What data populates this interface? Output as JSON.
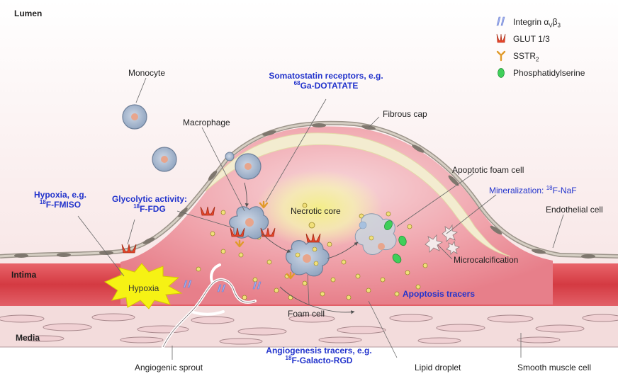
{
  "regions": {
    "lumen": "Lumen",
    "intima": "Intima",
    "media": "Media"
  },
  "legend": {
    "integrin": {
      "text": "Integrin α",
      "sub1": "V",
      "mid": "β",
      "sub2": "3"
    },
    "glut": "GLUT 1/3",
    "sstr": {
      "text": "SSTR",
      "sub": "2"
    },
    "ps": "Phosphatidylserine"
  },
  "cells": {
    "monocyte": "Monocyte",
    "macrophage": "Macrophage",
    "necrotic_core": "Necrotic core",
    "fibrous_cap": "Fibrous cap",
    "apoptotic_foam_cell": "Apoptotic foam cell",
    "endothelial_cell": "Endothelial cell",
    "microcalcification": "Microcalcification",
    "foam_cell": "Foam cell",
    "angiogenic_sprout": "Angiogenic sprout",
    "lipid_droplet": "Lipid droplet",
    "smooth_muscle_cell": "Smooth muscle cell",
    "hypoxia_burst": "Hypoxia"
  },
  "tracers": {
    "somatostatin": {
      "line1": "Somatostatin receptors, e.g.",
      "iso": "68",
      "line2": "Ga-DOTATATE"
    },
    "hypoxia": {
      "line1": "Hypoxia, e.g.",
      "iso": "18",
      "line2": "F-FMISO"
    },
    "glycolytic": {
      "line1": "Glycolytic activity:",
      "iso": "18",
      "line2": "F-FDG"
    },
    "mineralization": {
      "line1": "Mineralization: ",
      "iso": "18",
      "line2": "F-NaF"
    },
    "apoptosis": "Apoptosis tracers",
    "angiogenesis": {
      "line1": "Angiogenesis tracers, e.g.",
      "iso": "18",
      "line2": "F-Galacto-RGD"
    }
  },
  "colors": {
    "lumen_bg": "#f7e3e3",
    "intima_band": "#d8444a",
    "plaque": "#ee8e98",
    "core": "#f2ed9a",
    "cap": "#f3ecd0",
    "tracer_text": "#2233cc",
    "glut": "#e8452a",
    "sstr": "#e09a2a",
    "ps": "#3fcf5a",
    "integrin": "#9fb0ee"
  }
}
